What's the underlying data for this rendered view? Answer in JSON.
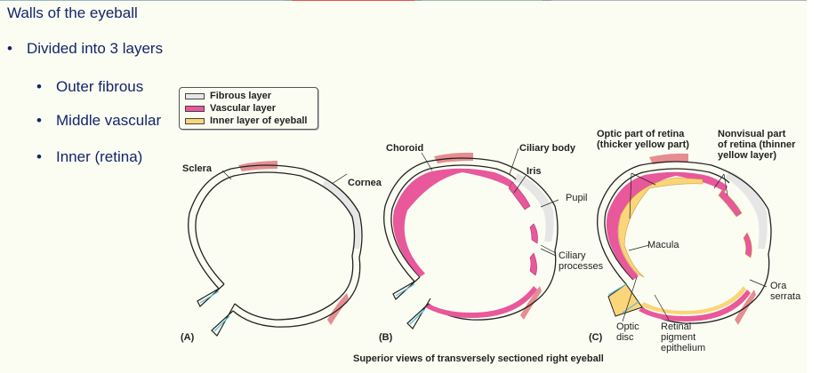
{
  "slide": {
    "title": "Walls of the eyeball",
    "bullets": [
      {
        "text": "Divided into 3 layers",
        "level": 1
      },
      {
        "text": "Outer fibrous",
        "level": 2
      },
      {
        "text": "Middle vascular",
        "level": 2
      },
      {
        "text": "Inner (retina)",
        "level": 2
      }
    ],
    "bullet_symbol": "•"
  },
  "figure": {
    "legend": [
      {
        "label": "Fibrous layer",
        "color": "#e6e6e6"
      },
      {
        "label": "Vascular layer",
        "color": "#e8589a"
      },
      {
        "label": "Inner layer of eyeball",
        "color": "#fbd57a"
      }
    ],
    "panels": [
      {
        "id": "(A)",
        "labels": [
          "Sclera",
          "Cornea"
        ]
      },
      {
        "id": "(B)",
        "labels": [
          "Choroid",
          "Ciliary body",
          "Iris",
          "Pupil",
          "Ciliary",
          "processes"
        ]
      },
      {
        "id": "(C)",
        "labels": [
          "Optic part of retina",
          "(thicker yellow part)",
          "Nonvisual part",
          "of retina (thinner",
          "yellow layer)",
          "Macula",
          "Ora",
          "serrata",
          "Optic",
          "disc",
          "Retinal",
          "pigment",
          "epithelium"
        ]
      }
    ],
    "caption": "Superior views of transversely sectioned right eyeball"
  },
  "colors": {
    "text": "#14246b",
    "fibrous": "#e6e6e6",
    "vascular": "#e8589a",
    "retina": "#fbd57a",
    "muscle": "#e07a80",
    "nerve": "#5bc0d8"
  }
}
